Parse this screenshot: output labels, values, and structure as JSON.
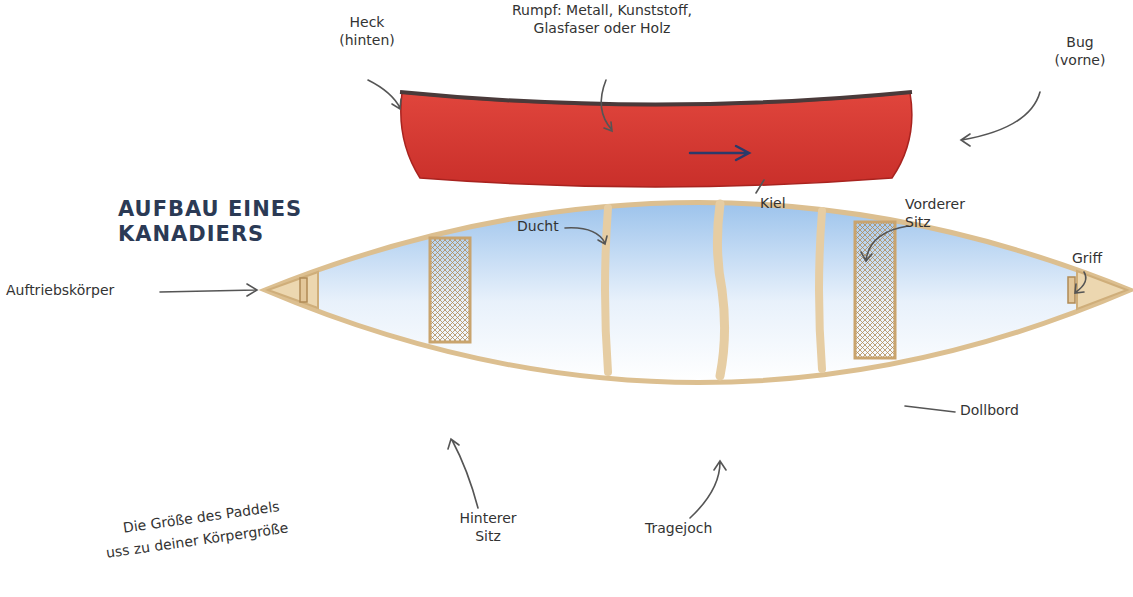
{
  "diagram": {
    "title": "AUFBAU EINES KANADIERS",
    "labels": [
      "Heck (hinten)",
      "Rumpf: Metall, Kunststoff, Glasfaser oder Holz",
      "Bug (vorne)",
      "Kiel",
      "Ducht",
      "Vorderer Sitz",
      "Griff",
      "Auftriebskörper",
      "Dollbord",
      "Hinterer Sitz",
      "Tragejoch",
      "Die Größe des Paddels",
      "uss zu deiner Körpergröße"
    ]
  }
}
